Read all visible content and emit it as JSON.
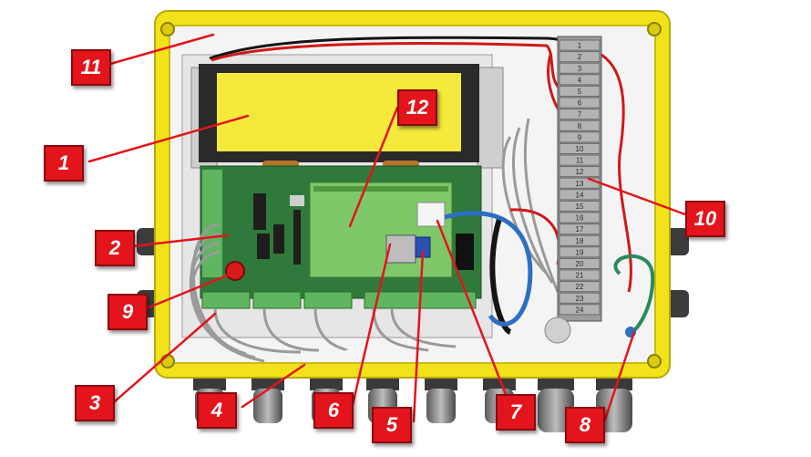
{
  "diagram": {
    "callouts": [
      {
        "id": "c1",
        "label": "1"
      },
      {
        "id": "c2",
        "label": "2"
      },
      {
        "id": "c3",
        "label": "3"
      },
      {
        "id": "c4",
        "label": "4"
      },
      {
        "id": "c5",
        "label": "5"
      },
      {
        "id": "c6",
        "label": "6"
      },
      {
        "id": "c7",
        "label": "7"
      },
      {
        "id": "c8",
        "label": "8"
      },
      {
        "id": "c9",
        "label": "9"
      },
      {
        "id": "c10",
        "label": "10"
      },
      {
        "id": "c11",
        "label": "11"
      },
      {
        "id": "c12",
        "label": "12"
      }
    ],
    "terminal_numbers": [
      "1",
      "2",
      "3",
      "4",
      "5",
      "6",
      "7",
      "8",
      "9",
      "10",
      "11",
      "12",
      "13",
      "14",
      "15",
      "16",
      "17",
      "18",
      "19",
      "20",
      "21",
      "22",
      "23",
      "24"
    ]
  },
  "colors": {
    "enclosure": "#f2e21a",
    "display": "#f5ea3c",
    "pcb": "#2f7a3a",
    "callout": "#e3141b",
    "wire_red": "#d01818",
    "wire_blue": "#2d6fc4",
    "wire_green": "#2a8a5a"
  }
}
